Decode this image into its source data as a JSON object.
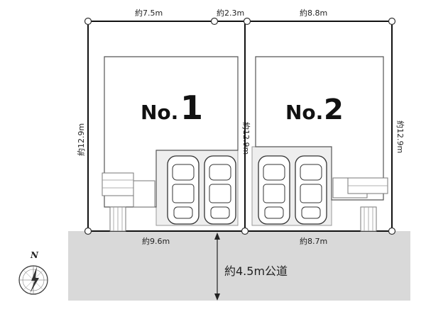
{
  "lots": [
    {
      "label_prefix": "No.",
      "label_num": "1"
    },
    {
      "label_prefix": "No.",
      "label_num": "2"
    }
  ],
  "dimensions": {
    "top_left": "約7.5m",
    "top_mid": "約2.3m",
    "top_right": "約8.8m",
    "left_side": "約12.9m",
    "center_side": "約12.9m",
    "right_side": "約12.9m",
    "bottom_left": "約9.6m",
    "bottom_right": "約8.7m"
  },
  "road": {
    "label": "約4.5m公道"
  },
  "compass": {
    "label": "N"
  },
  "colors": {
    "road": "#d9d9d9",
    "lot_line": "#111111",
    "parking": "#eeeeee"
  }
}
